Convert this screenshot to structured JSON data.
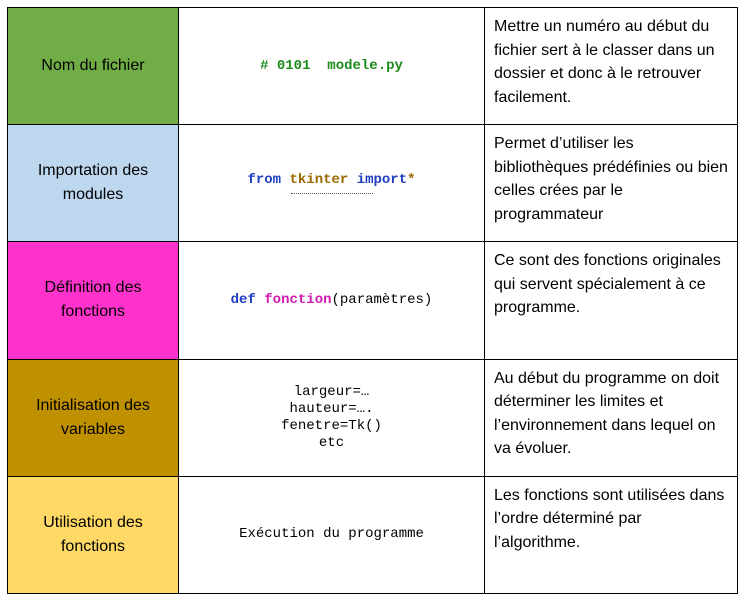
{
  "rows": [
    {
      "label": "Nom du fichier",
      "color": "#70ad47",
      "code": {
        "part1": "# 0101",
        "part2": "modele.py"
      },
      "description": "Mettre un numéro au début du fichier sert à le classer dans un dossier et donc à le retrouver facilement."
    },
    {
      "label": "Importation des modules",
      "color": "#bdd7ee",
      "code": {
        "kw1": "from",
        "module": "tkinter",
        "kw2": "import",
        "star": "*"
      },
      "description": "Permet d’utiliser les bibliothèques prédéfinies ou bien celles crées par le programmateur"
    },
    {
      "label": "Définition des fonctions",
      "color": "#ff33cc",
      "code": {
        "kw": "def",
        "name": "fonction",
        "params": "(paramètres)"
      },
      "description": "Ce sont des fonctions originales qui servent spécialement à ce programme."
    },
    {
      "label": "Initialisation des variables",
      "color": "#bf9000",
      "code": {
        "lines": [
          "largeur=…",
          "hauteur=….",
          "fenetre=Tk()",
          "etc"
        ]
      },
      "description": "Au début du programme on doit déterminer les limites et l’environnement dans lequel on va évoluer."
    },
    {
      "label": "Utilisation des fonctions",
      "color": "#ffd966",
      "code": {
        "text": "Exécution du programme"
      },
      "description": "Les fonctions sont utilisées dans l’ordre déterminé par l’algorithme."
    }
  ]
}
